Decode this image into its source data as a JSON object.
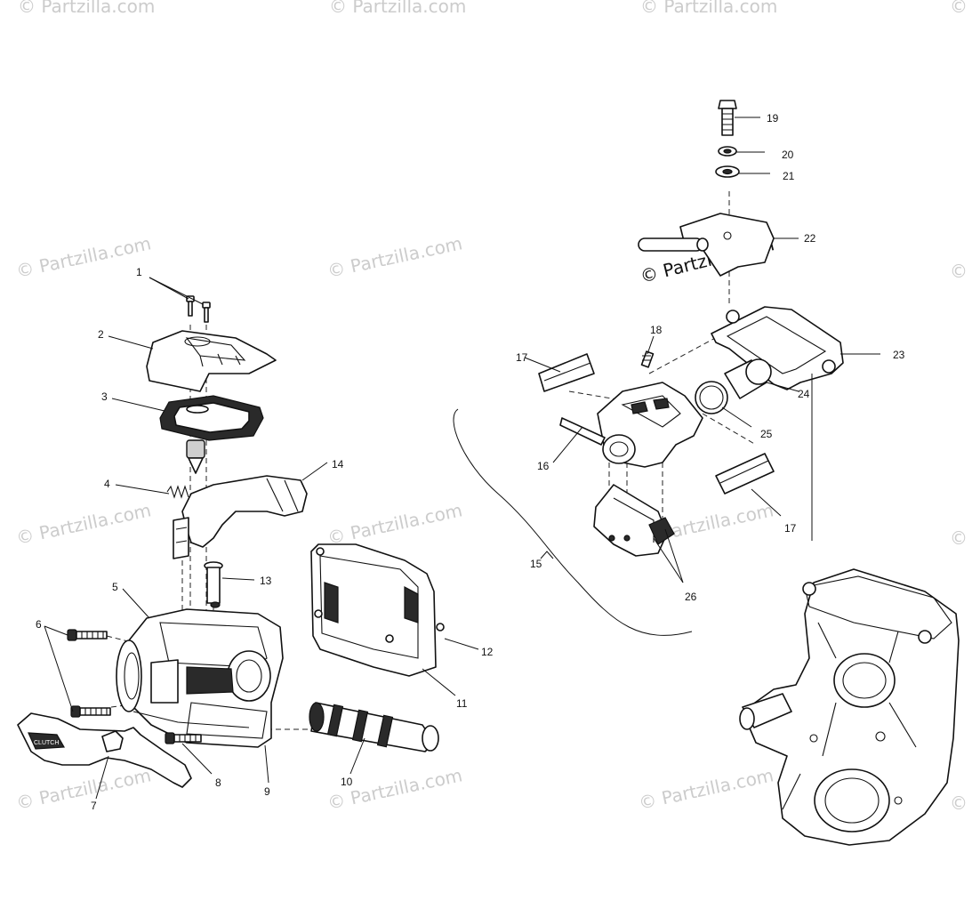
{
  "watermark": {
    "text": "© Partzilla.com"
  },
  "callouts": {
    "c1": "1",
    "c2": "2",
    "c3": "3",
    "c4": "4",
    "c5": "5",
    "c6": "6",
    "c7": "7",
    "c8": "8",
    "c9": "9",
    "c10": "10",
    "c11": "11",
    "c12": "12",
    "c13": "13",
    "c14": "14",
    "c15": "15",
    "c16": "16",
    "c17a": "17",
    "c17b": "17",
    "c18": "18",
    "c19": "19",
    "c20": "20",
    "c21": "21",
    "c22": "22",
    "c23": "23",
    "c24": "24",
    "c25": "25",
    "c26": "26"
  },
  "decal": {
    "text": "CLUTCH"
  }
}
